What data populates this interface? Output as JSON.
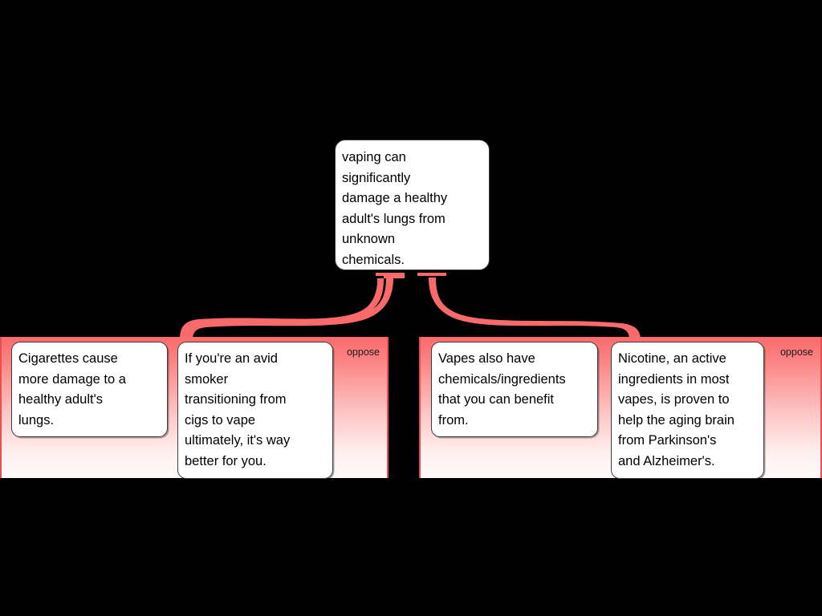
{
  "diagram": {
    "type": "argument-map",
    "background_color": "#000000",
    "accent_color": "#fa6a6b",
    "root": {
      "id": "root-claim",
      "text": "vaping can\nsignificantly\ndamage a healthy\nadult's lungs from\nunknown\nchemicals."
    },
    "groups": [
      {
        "id": "group-left",
        "relation_label": "oppose",
        "cards": [
          {
            "id": "card-l1",
            "text": "Cigarettes cause\nmore damage to a\nhealthy adult's\nlungs."
          },
          {
            "id": "card-l2",
            "text": "If you're an avid\nsmoker\ntransitioning from\ncigs to vape\nultimately, it's way\nbetter for you."
          }
        ]
      },
      {
        "id": "group-right",
        "relation_label": "oppose",
        "cards": [
          {
            "id": "card-r1",
            "text": "Vapes also have\nchemicals/ingredients\nthat you can benefit\nfrom."
          },
          {
            "id": "card-r2",
            "text": "Nicotine, an active\ningredients in most\nvapes, is proven to\nhelp the aging brain\nfrom Parkinson's\nand Alzheimer's."
          }
        ]
      }
    ]
  }
}
